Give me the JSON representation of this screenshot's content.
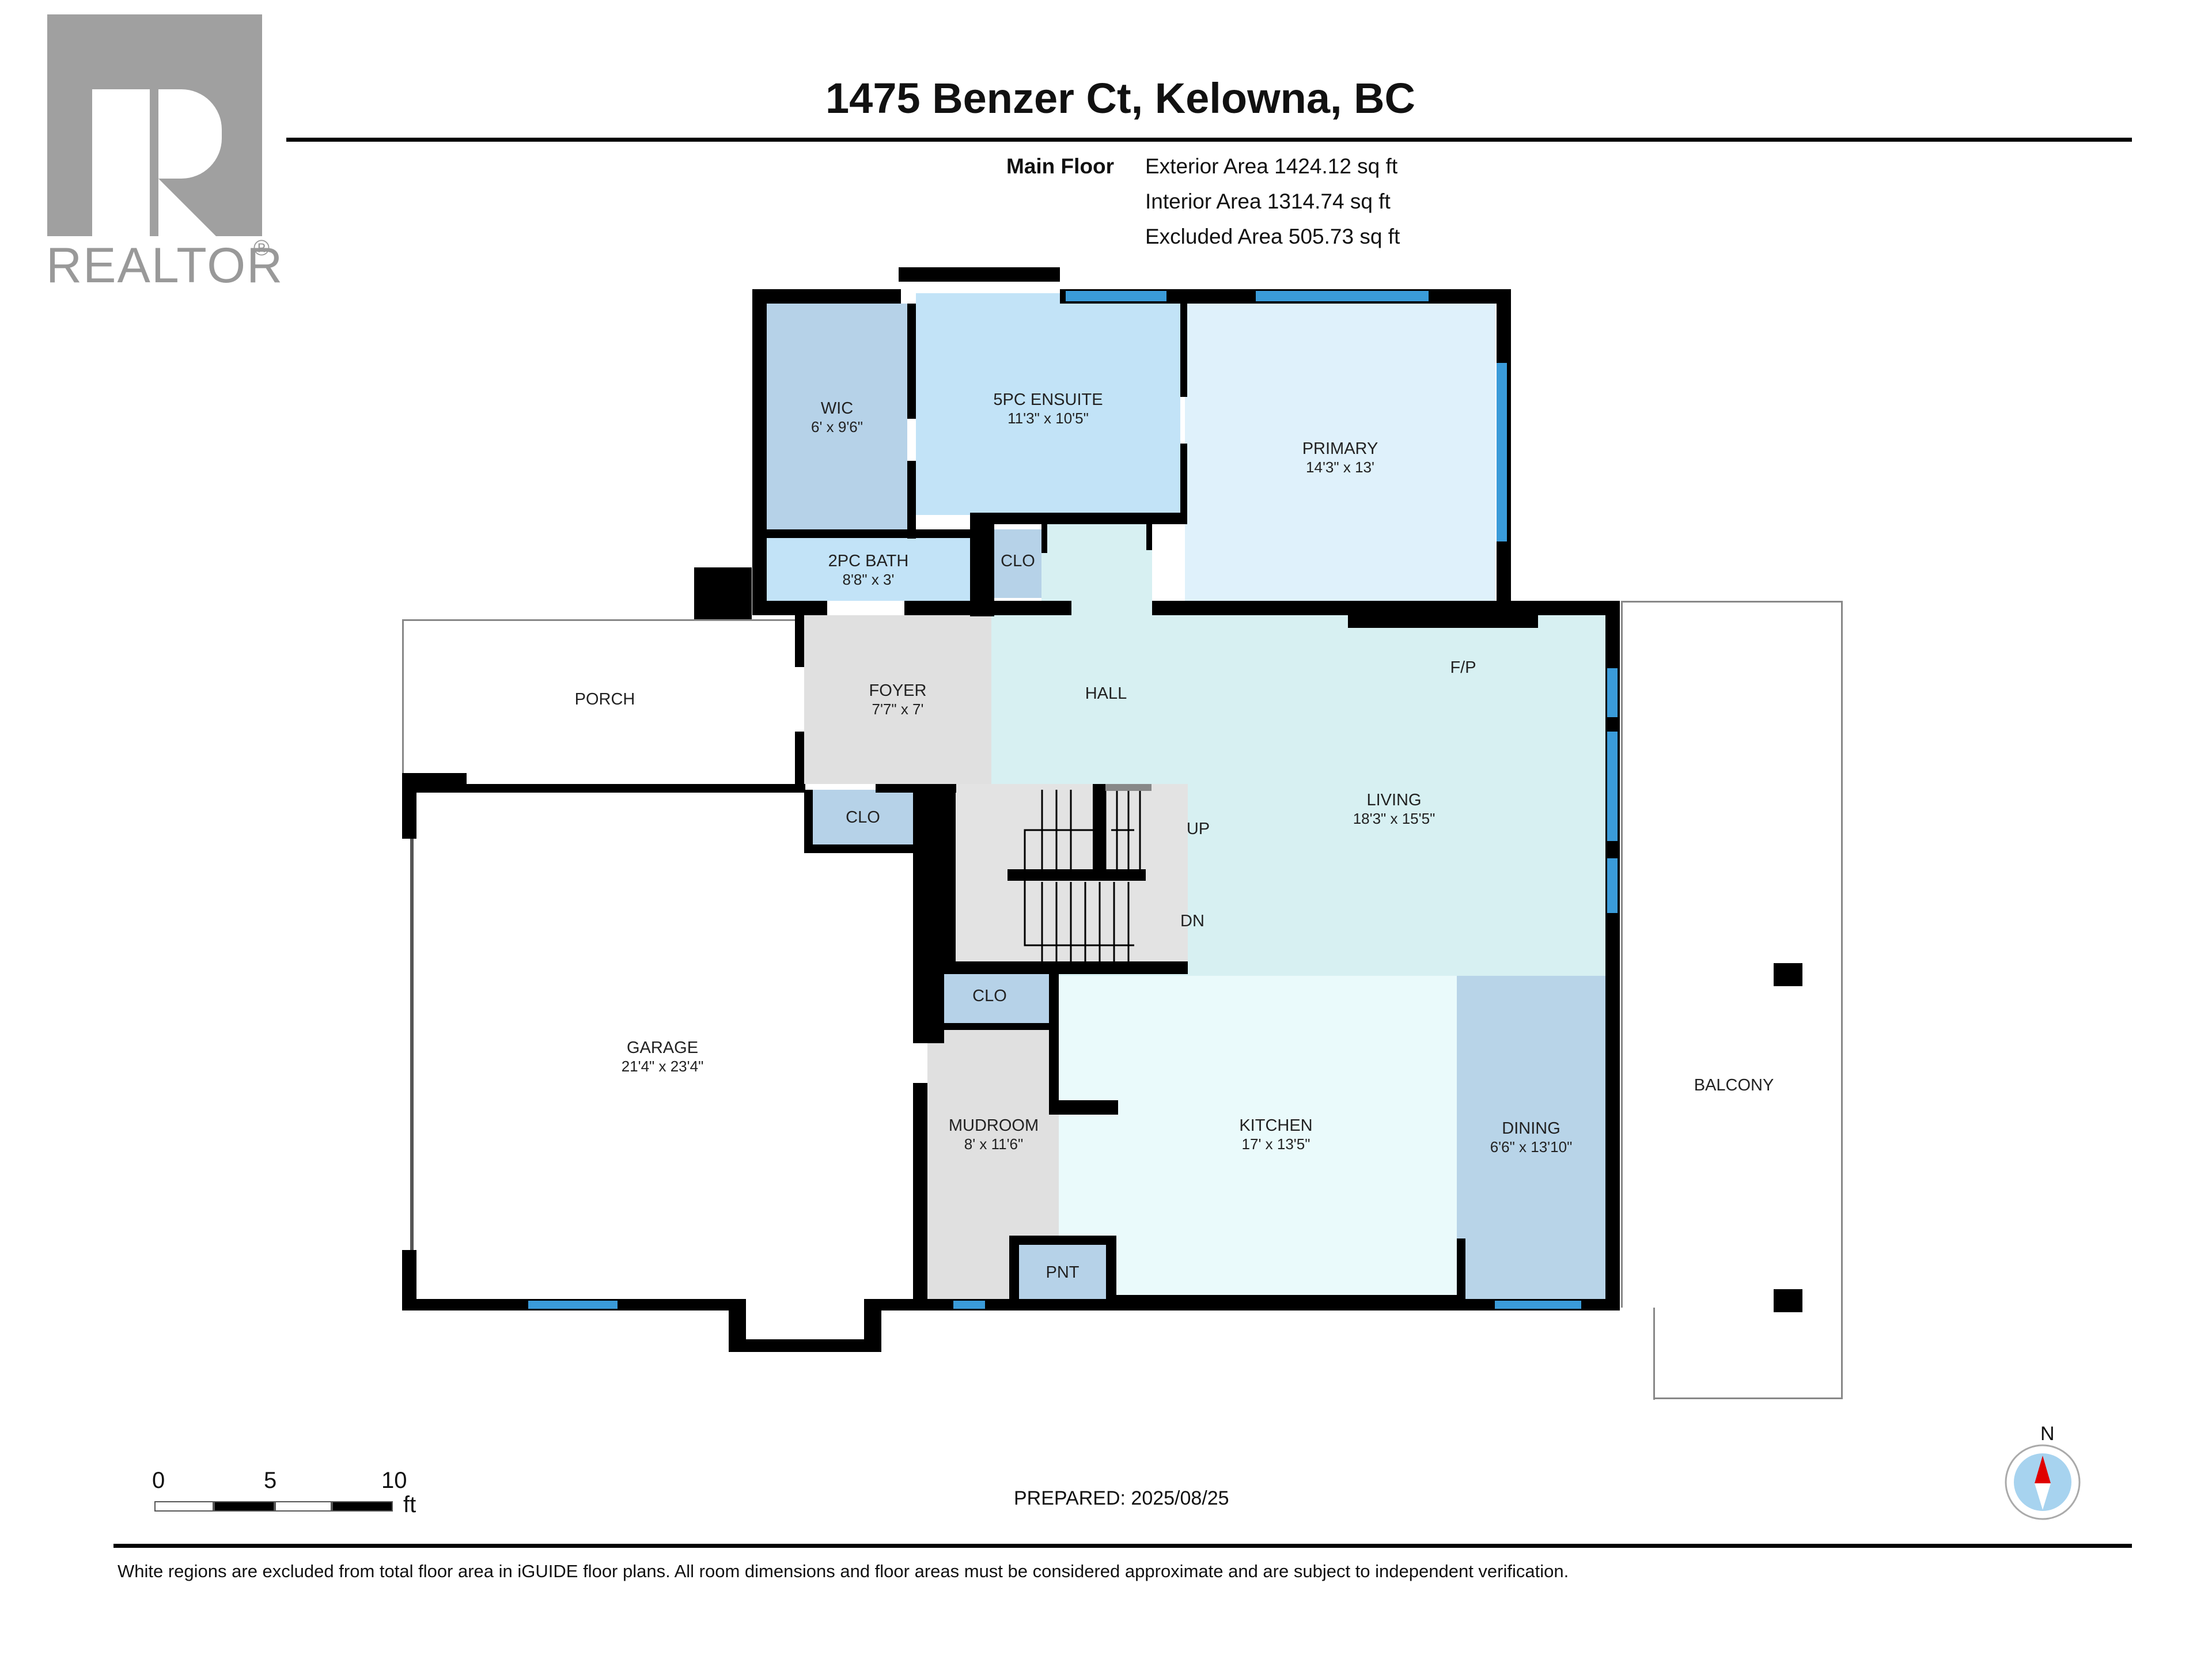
{
  "logo": {
    "text": "REALTOR",
    "reg": "®"
  },
  "title": "1475 Benzer Ct, Kelowna, BC",
  "floor": {
    "name": "Main Floor",
    "exterior_area": "Exterior Area 1424.12 sq ft",
    "interior_area": "Interior Area 1314.74 sq ft",
    "excluded_area": "Excluded Area 505.73 sq ft"
  },
  "rooms": {
    "wic": {
      "name": "WIC",
      "dims": "6' x 9'6\""
    },
    "ensuite": {
      "name": "5PC ENSUITE",
      "dims": "11'3\" x 10'5\""
    },
    "primary": {
      "name": "PRIMARY",
      "dims": "14'3\" x 13'"
    },
    "bath2": {
      "name": "2PC BATH",
      "dims": "8'8\" x 3'"
    },
    "clo_upper": {
      "name": "CLO"
    },
    "porch": {
      "name": "PORCH"
    },
    "foyer": {
      "name": "FOYER",
      "dims": "7'7\" x 7'"
    },
    "hall": {
      "name": "HALL"
    },
    "fp": {
      "name": "F/P"
    },
    "living": {
      "name": "LIVING",
      "dims": "18'3\" x 15'5\""
    },
    "clo_foyer": {
      "name": "CLO"
    },
    "up": {
      "name": "UP"
    },
    "dn": {
      "name": "DN"
    },
    "garage": {
      "name": "GARAGE",
      "dims": "21'4\" x 23'4\""
    },
    "clo_mud": {
      "name": "CLO"
    },
    "mudroom": {
      "name": "MUDROOM",
      "dims": "8' x 11'6\""
    },
    "pnt": {
      "name": "PNT"
    },
    "kitchen": {
      "name": "KITCHEN",
      "dims": "17' x 13'5\""
    },
    "dining": {
      "name": "DINING",
      "dims": "6'6\" x 13'10\""
    },
    "balcony": {
      "name": "BALCONY"
    }
  },
  "scale": {
    "ticks": [
      "0",
      "5",
      "10"
    ],
    "unit": "ft"
  },
  "prepared": "PREPARED: 2025/08/25",
  "compass": {
    "label": "N"
  },
  "footer": "White regions are excluded from total floor area in iGUIDE floor plans. All room dimensions and floor areas must be considered approximate and are subject to independent verification.",
  "colors": {
    "wall": "#000000",
    "window": "#3a9bd9",
    "closet_blue": "#b6d2e8",
    "bath_blue": "#c2e3f7",
    "primary_blue": "#dff1fb",
    "living_cyan": "#d7f0f2",
    "kitchen": "#eafafb",
    "grey_room": "#e0e0e0",
    "compass_red": "#e00000"
  }
}
